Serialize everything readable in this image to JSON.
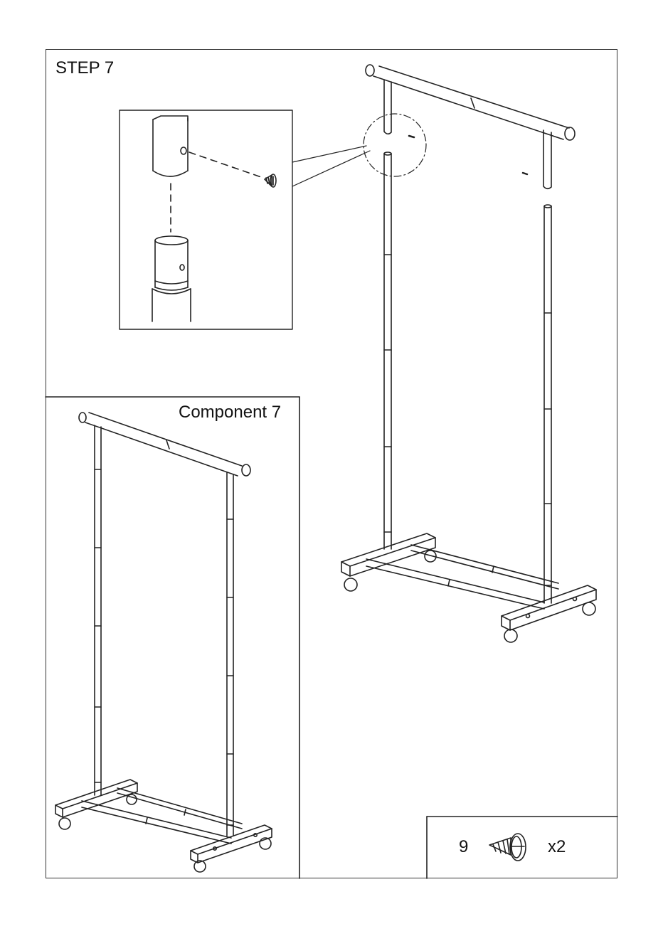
{
  "step": {
    "title": "STEP 7"
  },
  "component": {
    "title": "Component  7"
  },
  "parts": [
    {
      "number": "9",
      "quantity": "x2",
      "icon": "screw-icon"
    }
  ]
}
